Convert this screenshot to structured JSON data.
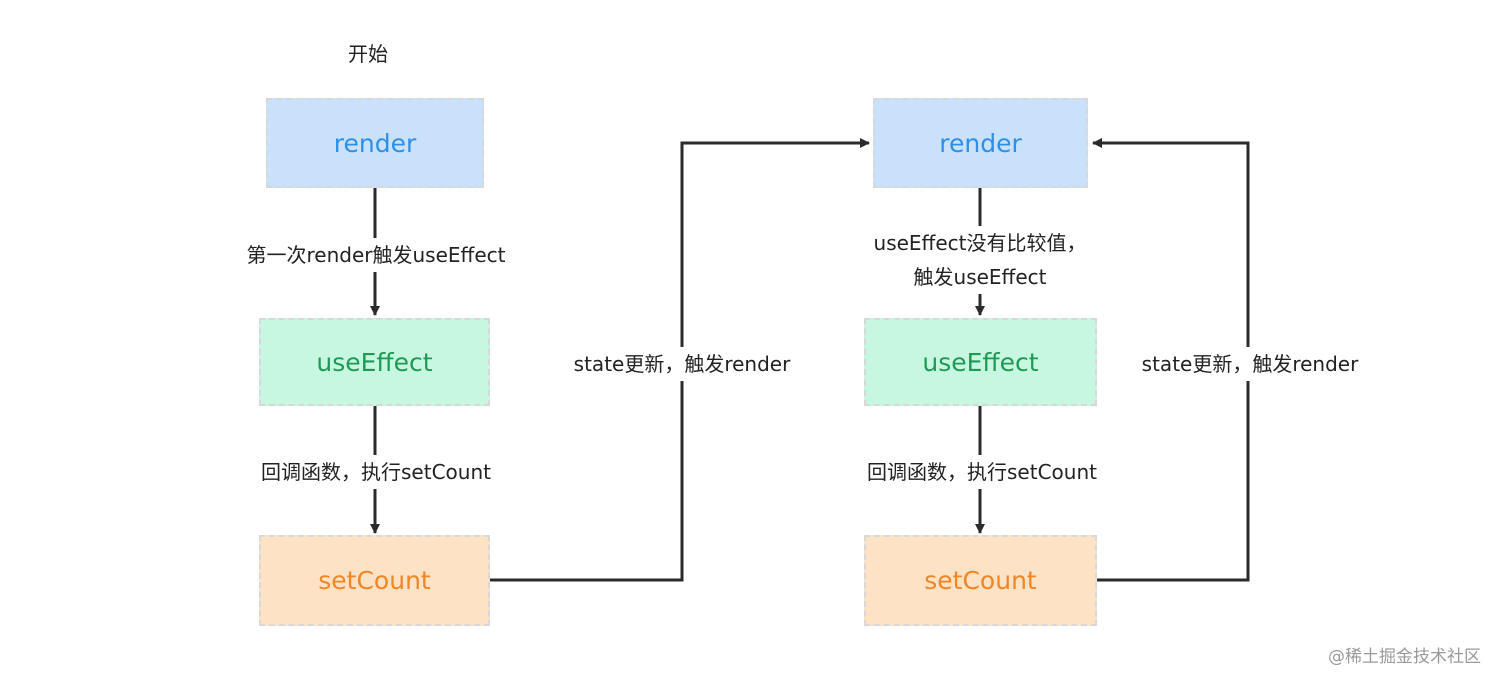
{
  "start_label": "开始",
  "nodes": {
    "render_left": "render",
    "effect_left": "useEffect",
    "setcount_left": "setCount",
    "render_right": "render",
    "effect_right": "useEffect",
    "setcount_right": "setCount"
  },
  "edges": {
    "first_render": "第一次render触发useEffect",
    "callback_left": "回调函数，执行setCount",
    "state_update_left": "state更新，触发render",
    "no_compare_line1": "useEffect没有比较值，",
    "no_compare_line2": "触发useEffect",
    "callback_right": "回调函数，执行setCount",
    "state_update_right": "state更新，触发render"
  },
  "watermark": "@稀土掘金技术社区",
  "colors": {
    "render_fill": "#c9e1fb",
    "render_text": "#2f8fe6",
    "effect_fill": "#c7f7e1",
    "effect_text": "#1f9a55",
    "setcount_fill": "#fde2c6",
    "setcount_text": "#f08624",
    "arrow": "#2b2b2b"
  }
}
